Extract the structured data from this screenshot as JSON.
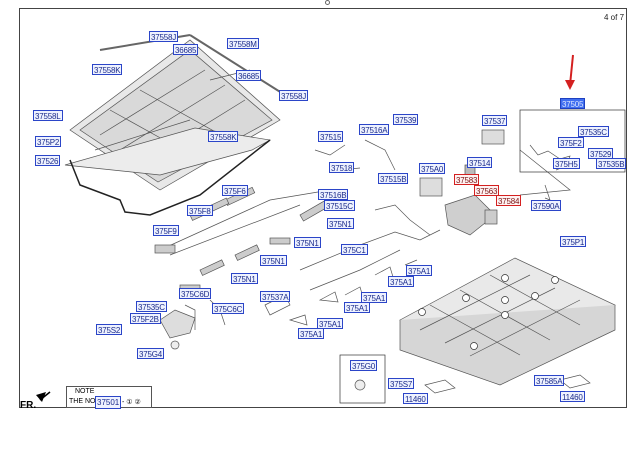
{
  "page": {
    "indicator": "4 of 7"
  },
  "front_label": "FR.",
  "note": {
    "title": "NOTE",
    "prefix": "THE NO",
    "ref": "37501",
    "suffix": "- ①",
    "suffix2": "②"
  },
  "part_labels": {
    "p37558j_a": "37558J",
    "p36685_a": "36685",
    "p37558m": "37558M",
    "p37558k_a": "37558K",
    "p36685_b": "36685",
    "p37558j_b": "37558J",
    "p37558l": "37558L",
    "p37558k_b": "37558K",
    "p375p2": "375P2",
    "p37526": "37526",
    "p37515": "37515",
    "p37516a": "37516A",
    "p37539": "37539",
    "p37537": "37537",
    "p37518": "37518",
    "p375a0": "375A0",
    "p37515b": "37515B",
    "p37514": "37514",
    "p37583": "37583",
    "p37563": "37563",
    "p37584": "37584",
    "p37590a": "37590A",
    "p375f6_a": "375F6",
    "p37516b": "37516B",
    "p37515c": "37515C",
    "p375f8": "375F8",
    "p375n1_a": "375N1",
    "p375f9": "375F9",
    "p375n1_b": "375N1",
    "p375c1": "375C1",
    "p375p1": "375P1",
    "p375n1_c": "375N1",
    "p375a1_a": "375A1",
    "p375n1_d": "375N1",
    "p375a1_b": "375A1",
    "p375c6d": "375C6D",
    "p37535c": "37535C",
    "p375f2b": "375F2B",
    "p37537a": "37537A",
    "p375a1_c": "375A1",
    "p375c6c": "375C6C",
    "p375a1_d": "375A1",
    "p375s2": "375S2",
    "p375a1_e": "375A1",
    "p375a1_f": "375A1",
    "p375g4": "375G4",
    "p375g0": "375G0",
    "p375s7": "375S7",
    "p37585a": "37585A",
    "p11460_a": "11460",
    "p11460_b": "11460",
    "p37505_hl": "37505",
    "p37535c_in": "37535C",
    "p375f2": "375F2",
    "p37529": "37529",
    "p375h5": "375H5",
    "p37535b": "37535B"
  },
  "colors": {
    "label_border": "#2b45c8",
    "label_fill": "#eef2ff",
    "callout_red": "#d42020",
    "highlight": "#3f6ef0"
  }
}
